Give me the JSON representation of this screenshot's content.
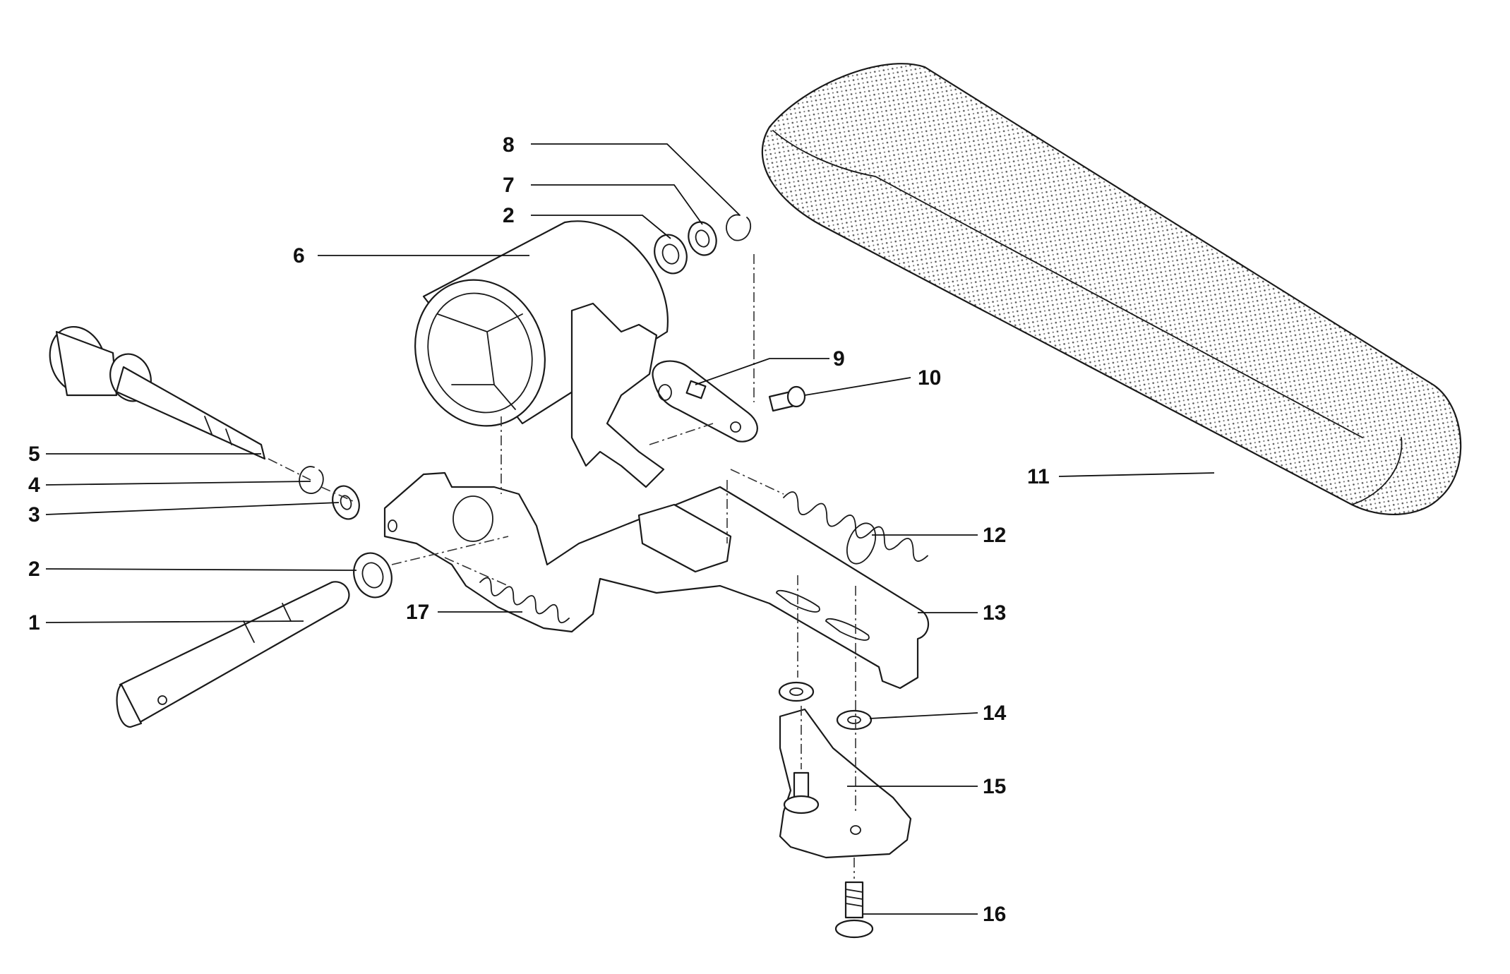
{
  "callouts": [
    {
      "id": "8",
      "part": "retaining ring"
    },
    {
      "id": "7",
      "part": "washer"
    },
    {
      "id": "2",
      "part": "bushing"
    },
    {
      "id": "6",
      "part": "drive roller"
    },
    {
      "id": "9",
      "part": "bracket"
    },
    {
      "id": "10",
      "part": "screw"
    },
    {
      "id": "5",
      "part": "adjustment shaft with knob"
    },
    {
      "id": "4",
      "part": "retaining ring"
    },
    {
      "id": "3",
      "part": "washer"
    },
    {
      "id": "2",
      "part": "bushing"
    },
    {
      "id": "1",
      "part": "shaft"
    },
    {
      "id": "17",
      "part": "spring"
    },
    {
      "id": "11",
      "part": "belt"
    },
    {
      "id": "12",
      "part": "spring"
    },
    {
      "id": "13",
      "part": "frame plate"
    },
    {
      "id": "14",
      "part": "washer"
    },
    {
      "id": "15",
      "part": "pivot plate"
    },
    {
      "id": "16",
      "part": "shoulder screw"
    }
  ],
  "colors": {
    "line": "#1a1a1a",
    "background": "#ffffff"
  }
}
